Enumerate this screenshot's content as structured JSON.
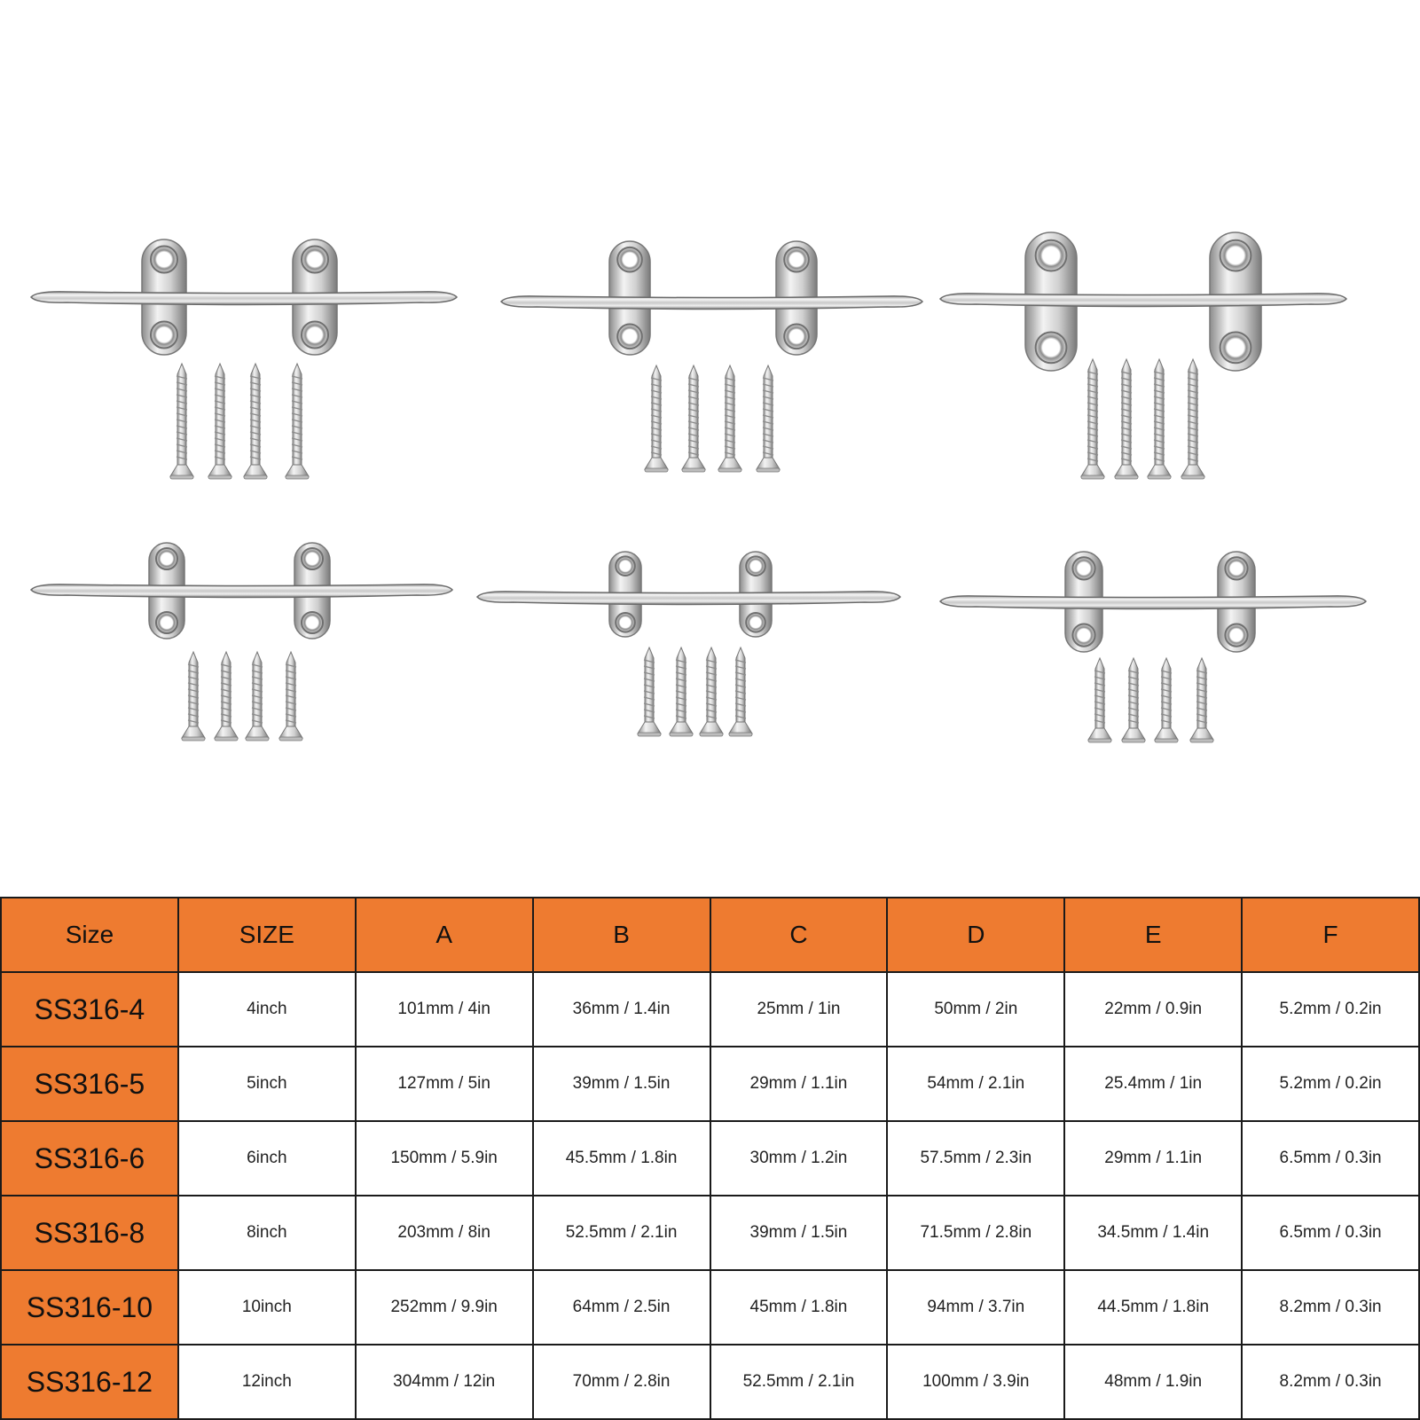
{
  "colors": {
    "header_bg": "#ee7b30",
    "cell_bg": "#ffffff",
    "border": "#1a1a1a",
    "steel_light": "#f2f2f2",
    "steel_dark": "#8a8a8a"
  },
  "products": {
    "icon": "boat-cleat-with-screws-illustration",
    "count": 6,
    "screws_per_cleat": 4
  },
  "table": {
    "columns": [
      "Size",
      "SIZE",
      "A",
      "B",
      "C",
      "D",
      "E",
      "F"
    ],
    "rows": [
      {
        "model": "SS316-4",
        "size": "4inch",
        "a": "101mm / 4in",
        "b": "36mm / 1.4in",
        "c": "25mm / 1in",
        "d": "50mm / 2in",
        "e": "22mm / 0.9in",
        "f": "5.2mm / 0.2in"
      },
      {
        "model": "SS316-5",
        "size": "5inch",
        "a": "127mm / 5in",
        "b": "39mm / 1.5in",
        "c": "29mm / 1.1in",
        "d": "54mm / 2.1in",
        "e": "25.4mm / 1in",
        "f": "5.2mm / 0.2in"
      },
      {
        "model": "SS316-6",
        "size": "6inch",
        "a": "150mm / 5.9in",
        "b": "45.5mm / 1.8in",
        "c": "30mm / 1.2in",
        "d": "57.5mm / 2.3in",
        "e": "29mm / 1.1in",
        "f": "6.5mm / 0.3in"
      },
      {
        "model": "SS316-8",
        "size": "8inch",
        "a": "203mm / 8in",
        "b": "52.5mm / 2.1in",
        "c": "39mm / 1.5in",
        "d": "71.5mm / 2.8in",
        "e": "34.5mm / 1.4in",
        "f": "6.5mm / 0.3in"
      },
      {
        "model": "SS316-10",
        "size": "10inch",
        "a": "252mm / 9.9in",
        "b": "64mm / 2.5in",
        "c": "45mm / 1.8in",
        "d": "94mm / 3.7in",
        "e": "44.5mm / 1.8in",
        "f": "8.2mm / 0.3in"
      },
      {
        "model": "SS316-12",
        "size": "12inch",
        "a": "304mm / 12in",
        "b": "70mm / 2.8in",
        "c": "52.5mm / 2.1in",
        "d": "100mm / 3.9in",
        "e": "48mm / 1.9in",
        "f": "8.2mm / 0.3in"
      }
    ]
  }
}
